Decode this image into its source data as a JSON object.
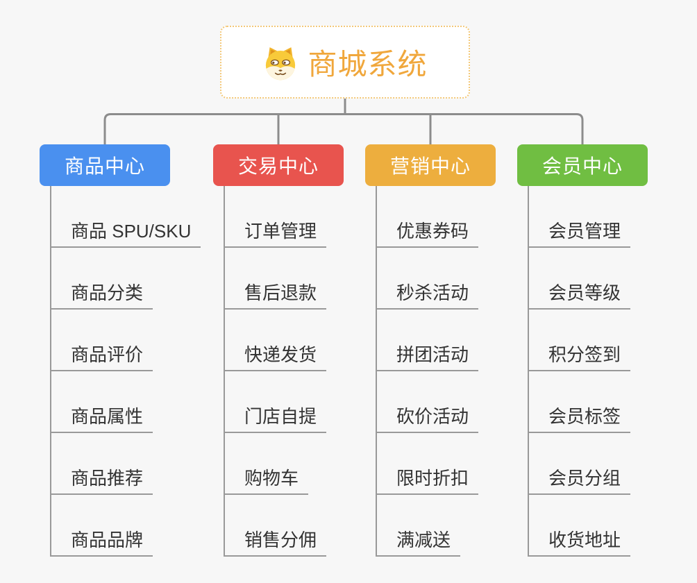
{
  "page": {
    "background": "#f7f7f7",
    "connector_color": "#8c8c8c",
    "underline_color": "#999999",
    "leaf_text_color": "#333333"
  },
  "root": {
    "title": "商城系统",
    "icon": "doge-icon",
    "title_color": "#f0a73c",
    "border_color": "#f3c878"
  },
  "branches": [
    {
      "label": "商品中心",
      "color": "#4a90ef",
      "items": [
        "商品 SPU/SKU",
        "商品分类",
        "商品评价",
        "商品属性",
        "商品推荐",
        "商品品牌"
      ]
    },
    {
      "label": "交易中心",
      "color": "#e8544e",
      "items": [
        "订单管理",
        "售后退款",
        "快递发货",
        "门店自提",
        "购物车",
        "销售分佣"
      ]
    },
    {
      "label": "营销中心",
      "color": "#edae3e",
      "items": [
        "优惠券码",
        "秒杀活动",
        "拼团活动",
        "砍价活动",
        "限时折扣",
        "满减送"
      ]
    },
    {
      "label": "会员中心",
      "color": "#70be42",
      "items": [
        "会员管理",
        "会员等级",
        "积分签到",
        "会员标签",
        "会员分组",
        "收货地址"
      ]
    }
  ]
}
